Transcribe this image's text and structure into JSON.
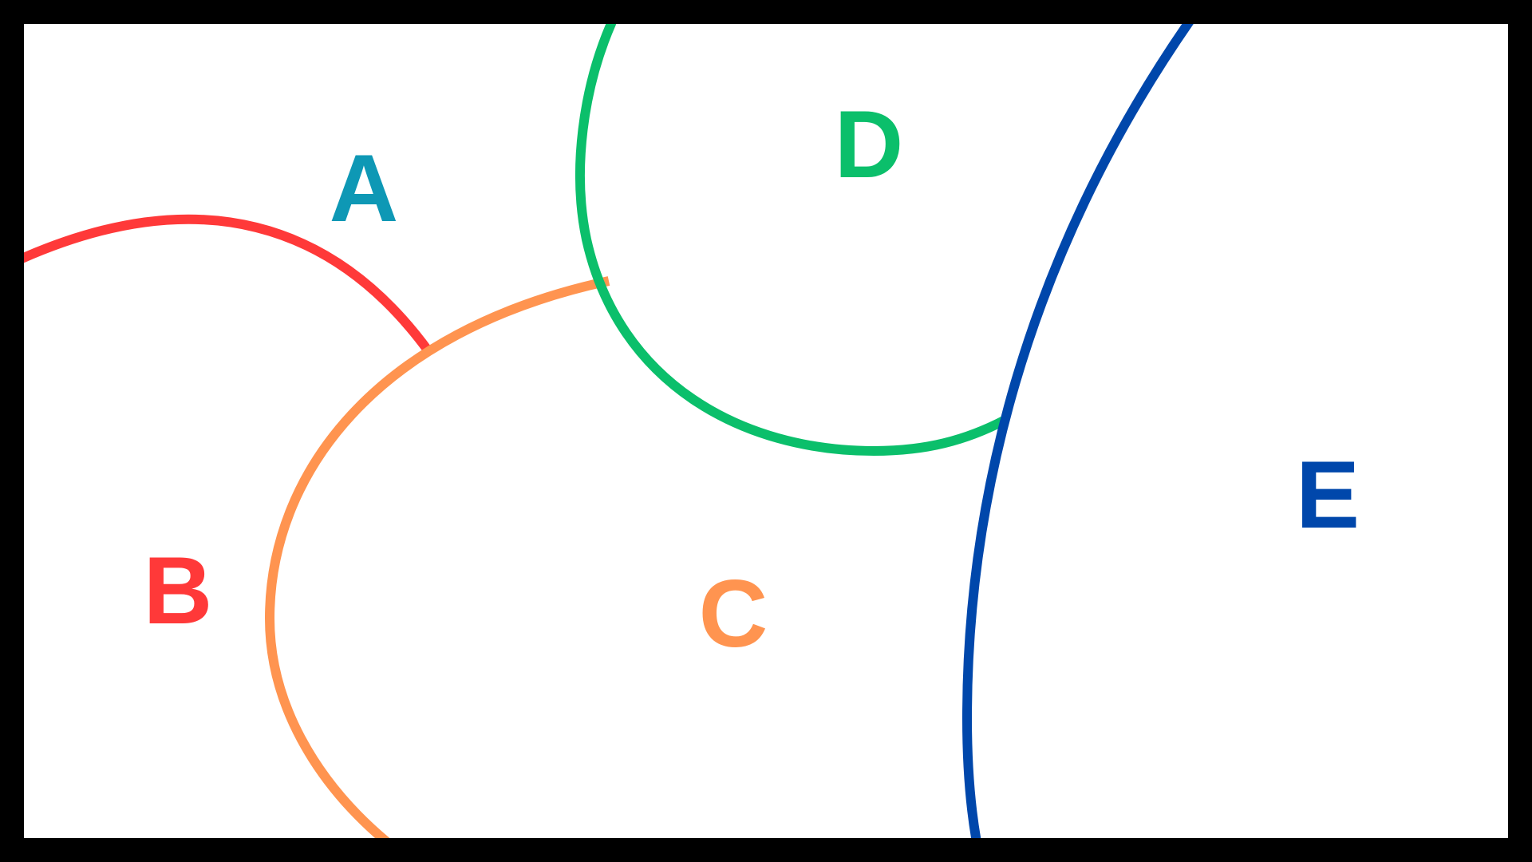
{
  "colors": {
    "frame": "#000000",
    "background": "#ffffff",
    "A": "#0e98b5",
    "B": "#ff3939",
    "C": "#ff9450",
    "D": "#0bbf6b",
    "E": "#0047ab"
  },
  "regions": [
    {
      "id": "A",
      "label": "A",
      "color_key": "A"
    },
    {
      "id": "B",
      "label": "B",
      "color_key": "B"
    },
    {
      "id": "C",
      "label": "C",
      "color_key": "C"
    },
    {
      "id": "D",
      "label": "D",
      "color_key": "D"
    },
    {
      "id": "E",
      "label": "E",
      "color_key": "E"
    }
  ]
}
